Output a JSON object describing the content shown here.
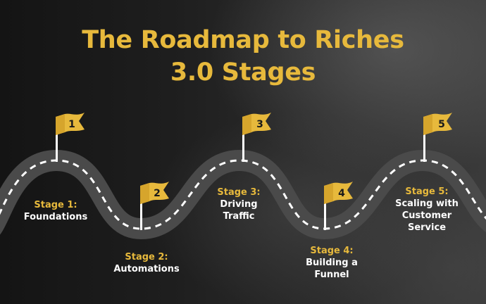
{
  "title": {
    "line1": "The Roadmap to Riches",
    "line2": "3.0 Stages"
  },
  "colors": {
    "accent": "#e7b93c",
    "road": "#4a4a4a",
    "text": "#ffffff"
  },
  "stages": [
    {
      "number": "1",
      "stage_label": "Stage 1:",
      "name_lines": [
        "Foundations"
      ]
    },
    {
      "number": "2",
      "stage_label": "Stage 2:",
      "name_lines": [
        "Automations"
      ]
    },
    {
      "number": "3",
      "stage_label": "Stage 3:",
      "name_lines": [
        "Driving",
        "Traffic"
      ]
    },
    {
      "number": "4",
      "stage_label": "Stage 4:",
      "name_lines": [
        "Building a",
        "Funnel"
      ]
    },
    {
      "number": "5",
      "stage_label": "Stage 5:",
      "name_lines": [
        "Scaling with",
        "Customer",
        "Service"
      ]
    }
  ]
}
